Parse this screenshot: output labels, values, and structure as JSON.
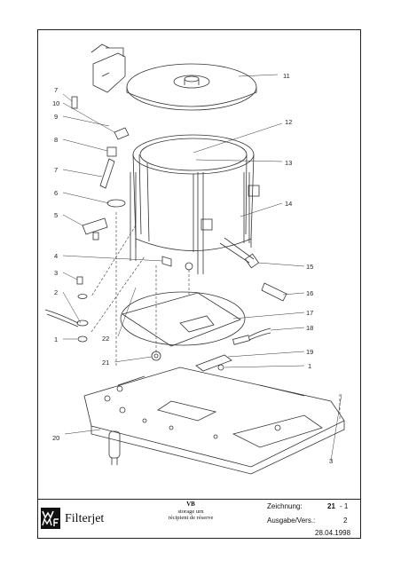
{
  "title_block": {
    "product": "Filterjet",
    "logo_text": "WMF",
    "desc_code": "VB",
    "desc_de": "storage urn",
    "desc_fr": "récipient de réserve",
    "drawing_label": "Zeichnung:",
    "drawing_number": "21",
    "drawing_sheet": "- 1",
    "edition_label": "Ausgabe/Vers.:",
    "edition_value": "2",
    "date": "28.04.1998"
  },
  "callouts": [
    "11",
    "12",
    "13",
    "14",
    "15",
    "16",
    "17",
    "18",
    "19",
    "1",
    "3",
    "7",
    "10",
    "9",
    "8",
    "7",
    "6",
    "5",
    "4",
    "3",
    "2",
    "22",
    "1",
    "21",
    "20"
  ]
}
